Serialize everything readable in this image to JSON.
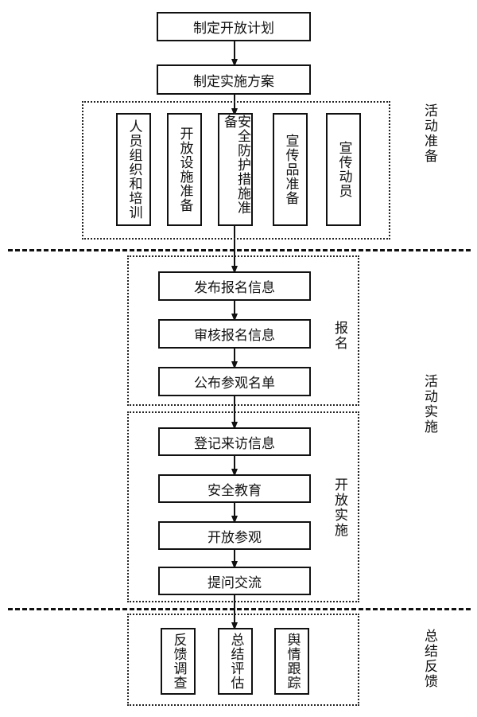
{
  "prep": {
    "step1": "制定开放计划",
    "step2": "制定实施方案",
    "tasks": [
      "人员组织和培训",
      "开放设施准备",
      "安全防护措施准备",
      "宣传品准备",
      "宣传动员"
    ],
    "label": "活动准备"
  },
  "registration": {
    "steps": [
      "发布报名信息",
      "审核报名信息",
      "公布参观名单"
    ],
    "label": "报名"
  },
  "opening": {
    "steps": [
      "登记来访信息",
      "安全教育",
      "开放参观",
      "提问交流"
    ],
    "label": "开放实施"
  },
  "implementation_label": "活动实施",
  "feedback": {
    "tasks": [
      "反馈调查",
      "总结评估",
      "舆情跟踪"
    ],
    "label": "总结反馈"
  }
}
